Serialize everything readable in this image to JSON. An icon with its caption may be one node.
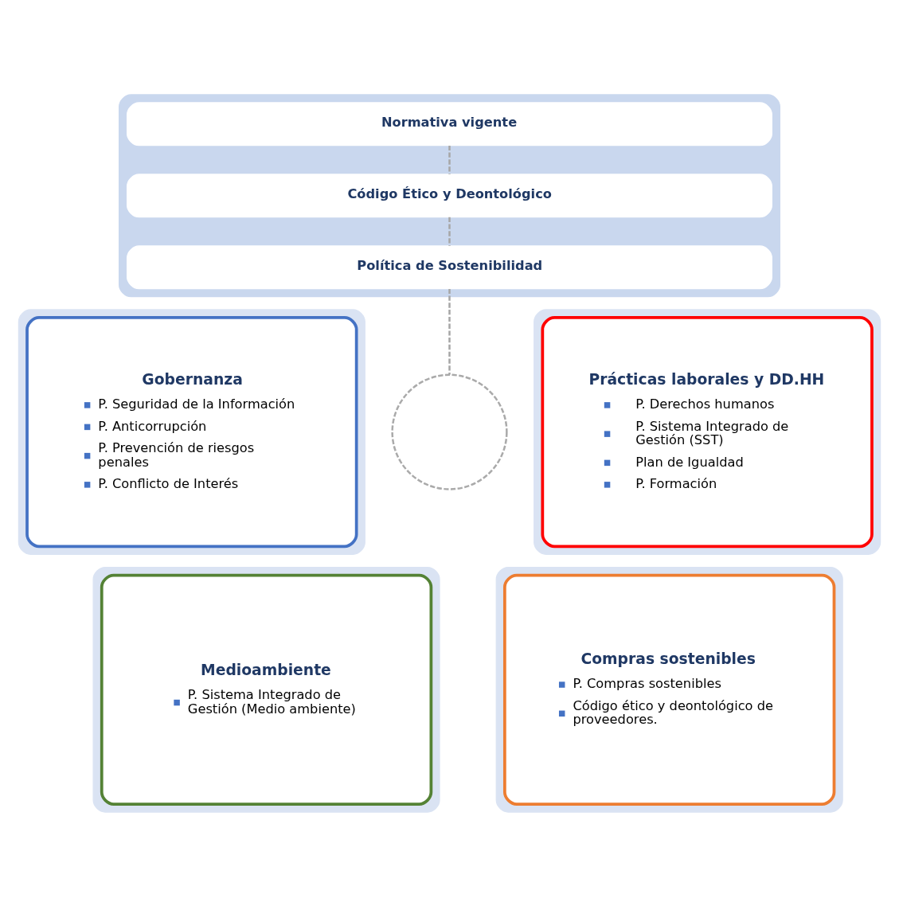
{
  "diagram": {
    "nodes": [
      {
        "text": [],
        "shape": "box"
      },
      {
        "text": [
          "Normativa vigente"
        ],
        "in": 0
      },
      {
        "text": [
          "Código Ético y Deontológico"
        ],
        "in": 0
      },
      {
        "text": [
          "Política de Sostenibilidad"
        ],
        "in": 0
      },
      {
        "text": [],
        "shape": "circle"
      },
      {
        "text": [],
        "shape": "box"
      },
      {
        "text": [
          "Gobernanza",
          "P. Seguridad de la Información",
          "P. Anticorrupción",
          "P. Prevención de riesgos penales",
          "P. Conflicto de Interés"
        ],
        "in": 5
      },
      {
        "text": [],
        "shape": "box"
      },
      {
        "text": [
          "Prácticas laborales y DD.HH",
          "P. Derechos humanos",
          "P. Sistema Integrado de Gestión (SST)",
          "Plan de Igualdad",
          "P. Formación"
        ],
        "in": 7
      },
      {
        "text": [],
        "shape": "box"
      },
      {
        "text": [
          "Medioambiente",
          "P. Sistema Integrado de Gestión (Medio ambiente)"
        ],
        "in": 9
      },
      {
        "text": [],
        "shape": "box"
      },
      {
        "text": [
          "Compras sostenibles",
          "P. Compras sostenibles",
          "Código ético y deontológico de proveedores."
        ],
        "in": 11
      }
    ],
    "edges": [
      {
        "from": 1,
        "to": 2,
        "arrow": "none",
        "style": "dashed"
      },
      {
        "from": 2,
        "to": 3,
        "arrow": "none",
        "style": "dashed"
      },
      {
        "from": 3,
        "to": 4,
        "arrow": "none",
        "style": "dashed"
      }
    ]
  }
}
